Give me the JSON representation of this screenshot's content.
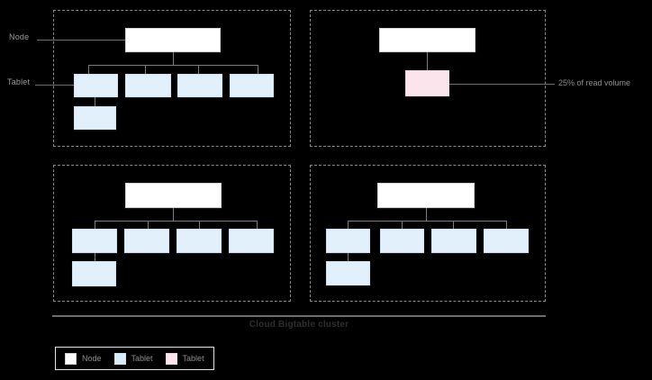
{
  "diagram": {
    "caption": "Cloud Bigtable cluster",
    "side_labels": {
      "node": "Node",
      "tablet": "Tablet"
    },
    "callout": {
      "text": "25% of read volume"
    },
    "legend": {
      "items": [
        {
          "label": "Node",
          "color": "#ffffff",
          "icon": "white-square-swatch"
        },
        {
          "label": "Tablet",
          "color": "#e1f0fb",
          "icon": "blue-square-swatch"
        },
        {
          "label": "Tablet",
          "color": "#fce4ec",
          "icon": "pink-square-swatch"
        }
      ]
    },
    "colors": {
      "background": "#000000",
      "node_fill": "#ffffff",
      "tablet_fill": "#e1f0fb",
      "hot_tablet_fill": "#fce4ec",
      "frame_stroke": "#8a8a8a",
      "connector_stroke": "#7d7d7d",
      "label_text": "#9a9a9a",
      "caption_text": "#2f2f2f"
    },
    "quadrants": [
      {
        "id": "top-left",
        "node_count": 1,
        "tablet_count": 5,
        "hot_tablet_count": 0
      },
      {
        "id": "top-right",
        "node_count": 1,
        "tablet_count": 0,
        "hot_tablet_count": 1
      },
      {
        "id": "bottom-left",
        "node_count": 1,
        "tablet_count": 5,
        "hot_tablet_count": 0
      },
      {
        "id": "bottom-right",
        "node_count": 1,
        "tablet_count": 5,
        "hot_tablet_count": 0
      }
    ]
  }
}
